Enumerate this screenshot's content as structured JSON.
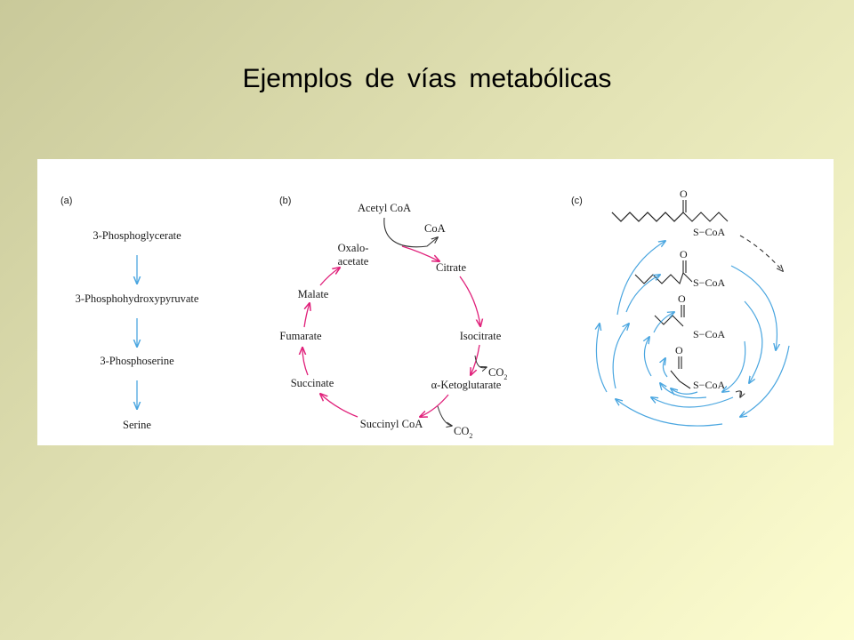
{
  "slide": {
    "title": "Ejemplos de vías metabólicas"
  },
  "colors": {
    "blue_arrow": "#4aa6e0",
    "magenta_arrow": "#e0207a",
    "black_arrow": "#333333"
  },
  "panel_a": {
    "label": "(a)",
    "steps": [
      "3-Phosphoglycerate",
      "3-Phosphohydroxypyruvate",
      "3-Phosphoserine",
      "Serine"
    ]
  },
  "panel_b": {
    "label": "(b)",
    "acetyl_coa": "Acetyl CoA",
    "coa": "CoA",
    "oxaloacetate_line1": "Oxalo-",
    "oxaloacetate_line2": "acetate",
    "citrate": "Citrate",
    "malate": "Malate",
    "isocitrate": "Isocitrate",
    "fumarate": "Fumarate",
    "co2_1": "CO",
    "co2_1_sub": "2",
    "succinate": "Succinate",
    "ketoglutarate": "α-Ketoglutarate",
    "succinyl_coa": "Succinyl CoA",
    "co2_2": "CO",
    "co2_2_sub": "2"
  },
  "panel_c": {
    "label": "(c)",
    "oxygen": "O",
    "thioester": "S−CoA"
  }
}
